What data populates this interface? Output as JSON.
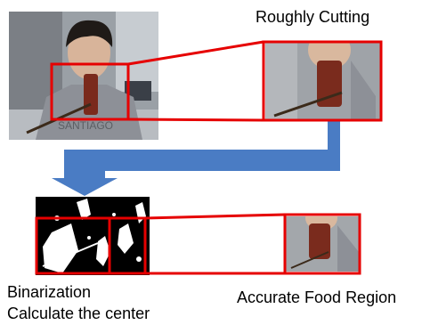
{
  "labels": {
    "roughly_cutting": "Roughly Cutting",
    "binarization": "Binarization",
    "calculate_center": "Calculate the center",
    "accurate_food_region": "Accurate Food Region"
  },
  "colors": {
    "highlight": "#e60000",
    "arrow": "#4a7cc4"
  },
  "icons": {
    "flow_arrow": "down-left-elbow-arrow"
  }
}
